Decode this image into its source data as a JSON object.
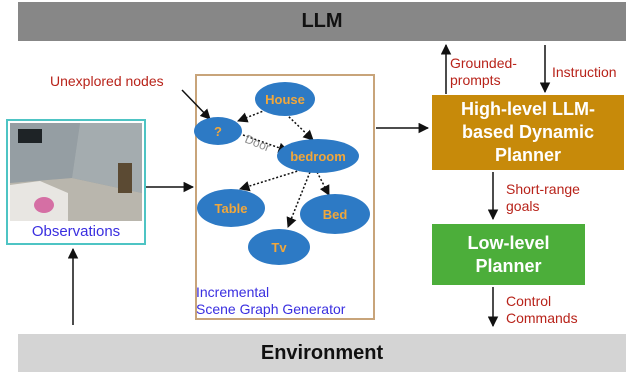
{
  "top_bar": {
    "label": "LLM"
  },
  "bottom_bar": {
    "label": "Environment"
  },
  "high_level_planner": {
    "line1": "High-level LLM-",
    "line2": "based Dynamic",
    "line3": "Planner"
  },
  "low_level_planner": {
    "line1": "Low-level",
    "line2": "Planner"
  },
  "labels": {
    "unexplored_nodes": "Unexplored nodes",
    "grounded_prompts_1": "Grounded-",
    "grounded_prompts_2": "prompts",
    "instruction": "Instruction",
    "short_range_1": "Short-range",
    "short_range_2": "goals",
    "control_1": "Control",
    "control_2": "Commands",
    "door": "Door"
  },
  "observations": {
    "label": "Observations"
  },
  "scene_graph": {
    "title_line1": "Incremental",
    "title_line2": "Scene Graph Generator",
    "nodes": {
      "house": "House",
      "unknown": "?",
      "bedroom": "bedroom",
      "table": "Table",
      "bed": "Bed",
      "tv": "Tv"
    }
  },
  "colors": {
    "llm_bar": "#878787",
    "environment_bar": "#d4d4d4",
    "high_level_planner": "#c78a0a",
    "low_level_planner": "#4cae3a",
    "node_fill": "#2d7ac5",
    "node_text": "#f1a73b",
    "annotation_red": "#b8231a",
    "caption_blue": "#3a2fe0"
  }
}
